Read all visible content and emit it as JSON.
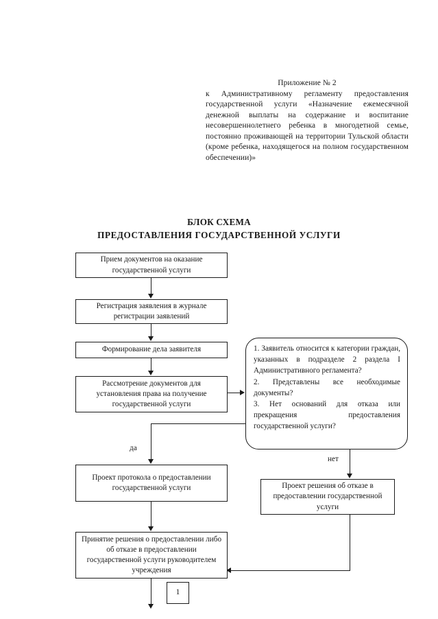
{
  "document": {
    "appendix_label": "Приложение № 2",
    "appendix_text": "к Административному регламенту предоставления государственной услуги «Назначение ежемесячной денежной выплаты на содержание и воспитание несовершеннолетнего ребенка в многодетной семье, постоянно проживающей на территории Тульской области (кроме ребенка, находящегося на полном государственном обеспечении)»",
    "title_line1": "БЛОК СХЕМА",
    "title_line2": "ПРЕДОСТАВЛЕНИЯ ГОСУДАРСТВЕННОЙ УСЛУГИ",
    "page_number": "1",
    "ink_color": "#1a1a1a",
    "paper_color": "#ffffff"
  },
  "flowchart": {
    "nodes": {
      "intake": "Прием документов на оказание государственной услуги",
      "registration": "Регистрация заявления в журнале регистрации заявлений",
      "case_formation": "Формирование дела заявителя",
      "review": "Рассмотрение документов для установления права на получение государственной услуги",
      "decision_q1": "1. Заявитель относится к категории граждан, указанных в подразделе 2 раздела I Административного регламента?",
      "decision_q2": "2. Представлены все необходимые документы?",
      "decision_q3": "3. Нет оснований для отказа или прекращения предоставления государственной услуги?",
      "draft_protocol": "Проект протокола о предоставлении государственной услуги",
      "draft_refusal": "Проект решения об отказе в предоставлении государственной услуги",
      "final_decision": "Принятие решения о предоставлении либо об отказе в предоставлении государственной услуги руководителем учреждения",
      "page_connector": "1"
    },
    "edge_labels": {
      "yes": "да",
      "no": "нет"
    }
  }
}
